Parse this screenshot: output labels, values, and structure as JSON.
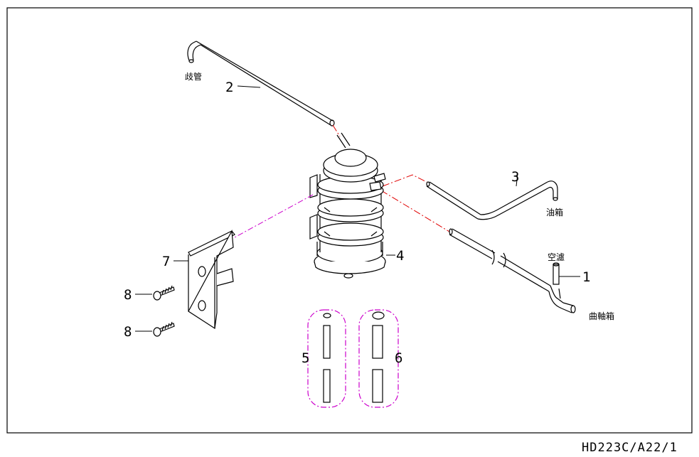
{
  "callouts": {
    "p1": "1",
    "p2": "2",
    "p3": "3",
    "p4": "4",
    "p5": "5",
    "p6": "6",
    "p7": "7",
    "p8a": "8",
    "p8b": "8"
  },
  "labels": {
    "manifold": "歧管",
    "fuel_tank": "油箱",
    "air_filter": "空濾",
    "crankcase": "曲軸箱"
  },
  "drawing_code": "HD223C/A22/1",
  "colors": {
    "line": "#000000",
    "leader_red": "#e00000",
    "leader_magenta": "#cc00cc"
  }
}
